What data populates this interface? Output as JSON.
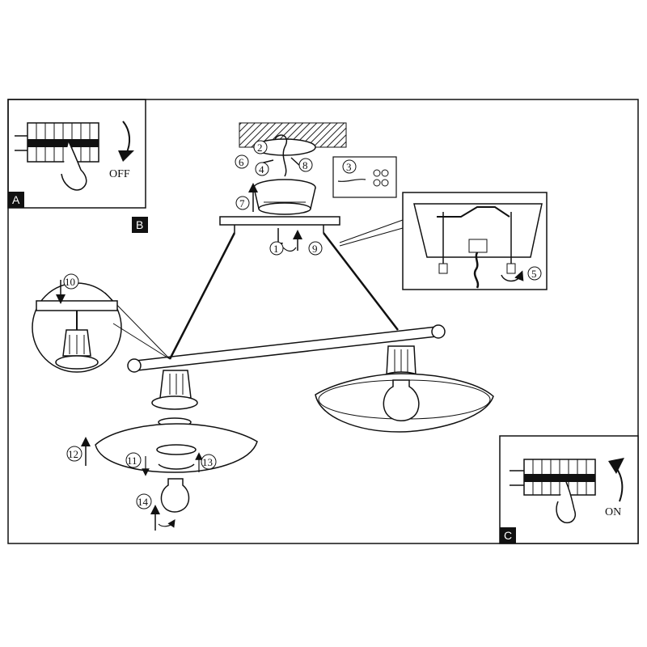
{
  "panels": {
    "a": {
      "tag": "A",
      "caption": "OFF"
    },
    "b": {
      "tag": "B"
    },
    "c": {
      "tag": "C",
      "caption": "ON"
    }
  },
  "steps": [
    "1",
    "2",
    "3",
    "4",
    "5",
    "6",
    "7",
    "8",
    "9",
    "10",
    "11",
    "12",
    "13",
    "14"
  ]
}
